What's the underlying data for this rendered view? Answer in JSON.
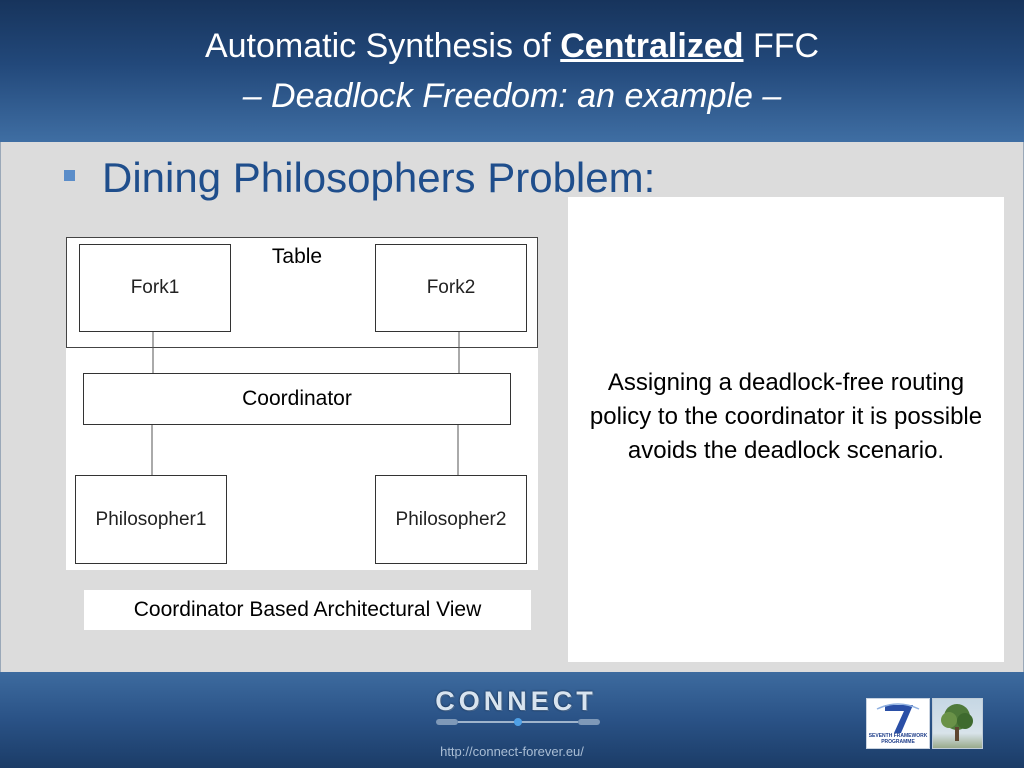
{
  "header": {
    "title_prefix": "Automatic Synthesis of ",
    "title_emphasis": "Centralized",
    "title_suffix": " FFC",
    "subtitle": "– Deadlock Freedom: an example –"
  },
  "main": {
    "bullet": "Dining Philosophers Problem:",
    "diagram": {
      "table_label": "Table",
      "fork1": "Fork1",
      "fork2": "Fork2",
      "coordinator": "Coordinator",
      "philosopher1": "Philosopher1",
      "philosopher2": "Philosopher2"
    },
    "caption": "Coordinator Based Architectural View",
    "explanation": "Assigning a deadlock-free routing policy to the coordinator it is possible avoids the deadlock scenario."
  },
  "footer": {
    "logo_text": "CONNECT",
    "url": "http://connect-forever.eu/",
    "fp7_text": "SEVENTH FRAMEWORK PROGRAMME",
    "fp7_numeral": "7"
  },
  "colors": {
    "header_dark": "#17345c",
    "header_light": "#3f6ea3",
    "bullet_text": "#1f4e8c",
    "bullet_marker": "#5b8dc9"
  }
}
